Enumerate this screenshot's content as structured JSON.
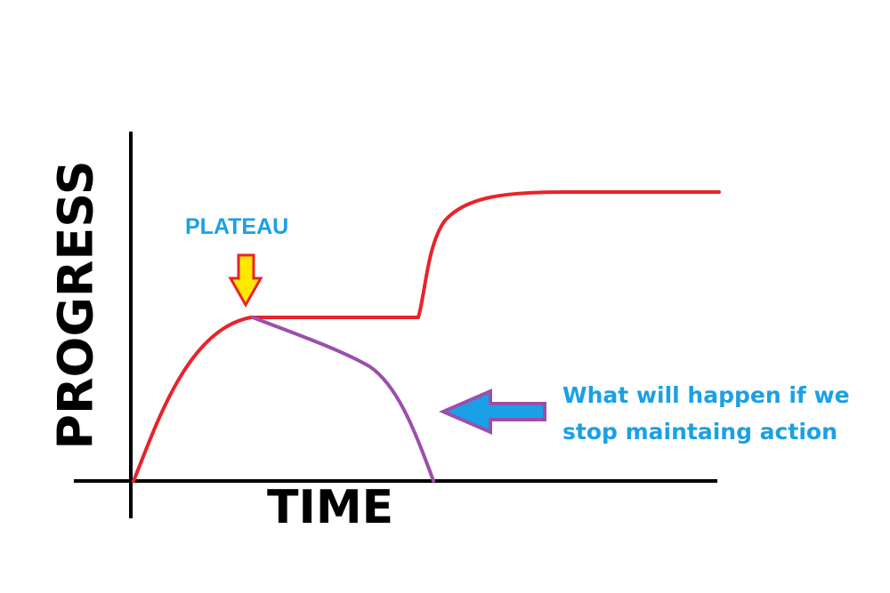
{
  "diagram": {
    "y_axis_label": "PROGRESS",
    "x_axis_label": "TIME",
    "plateau_label": "PLATEAU",
    "callout_lines": [
      "What will happen if we",
      "stop maintaing action"
    ],
    "colors": {
      "axes": "#000000",
      "progress_curve": "#e8232a",
      "decline_curve": "#9b4fab",
      "label_text": "#1aa0e6",
      "plateau_arrow_fill": "#ffe800",
      "plateau_arrow_outline": "#e8232a",
      "callout_arrow_fill": "#1aa0e6",
      "callout_arrow_outline": "#9b4fab"
    },
    "icons": {
      "plateau_arrow": "down-arrow-icon",
      "callout_arrow": "left-arrow-icon"
    }
  }
}
